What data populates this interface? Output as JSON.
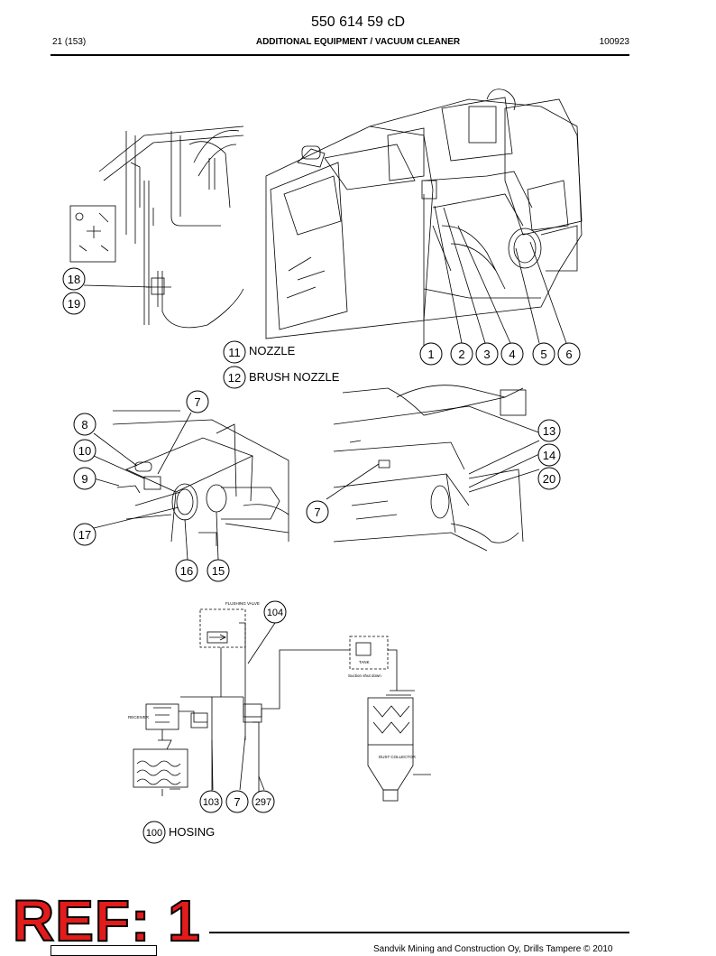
{
  "header": {
    "doc_number": "550 614 59 cD",
    "page_ref": "21 (153)",
    "section_title": "ADDITIONAL EQUIPMENT / VACUUM CLEANER",
    "date_code": "100923"
  },
  "callouts": {
    "top_left": [
      "18",
      "19"
    ],
    "top_right": [
      "1",
      "2",
      "3",
      "4",
      "5",
      "6"
    ],
    "mid_left": [
      "7",
      "8",
      "10",
      "9",
      "17",
      "16",
      "15"
    ],
    "mid_right": [
      "13",
      "14",
      "20",
      "7"
    ],
    "bottom": [
      "104",
      "103",
      "7",
      "297"
    ]
  },
  "labels": {
    "nozzle_num": "11",
    "nozzle": "NOZZLE",
    "brush_num": "12",
    "brush": "BRUSH NOZZLE",
    "hosing_num": "100",
    "hosing": "HOSING"
  },
  "schematic_text": {
    "flushing_valve": "FLUSHING VALVE",
    "tank": "TANK",
    "suction_shut_down": "Suction shut down",
    "receiver": "RECEIVER",
    "dust_collector": "DUST COLLECTOR"
  },
  "footer": {
    "stamp": "REF: 1",
    "copyright": "Sandvik Mining and Construction Oy, Drills Tampere © 2010"
  }
}
